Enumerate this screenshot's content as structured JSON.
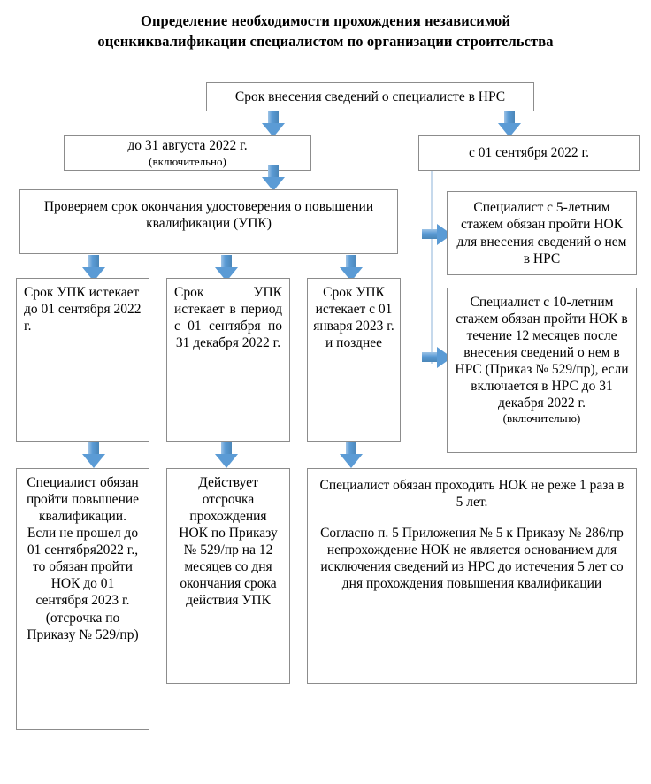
{
  "title": "Определение необходимости прохождения независимой оценкиквалификации специалистом по организации строительства",
  "colors": {
    "arrow_blue": "#5b9bd5",
    "arrow_blue_dark": "#4a86b8",
    "box_border": "#8c8c8c",
    "connector": "#c6d9ec",
    "background": "#ffffff",
    "text": "#000000"
  },
  "nodes": {
    "root": {
      "label": "Срок внесения сведений о специалисте в НРС"
    },
    "branch_left": {
      "line1": "до 31 августа 2022 г.",
      "line2": "(включительно)"
    },
    "branch_right": {
      "label": "с 01 сентября 2022 г."
    },
    "check_upk": {
      "label": "Проверяем срок окончания удостоверения о повышении квалификации (УПК)"
    },
    "upk_1": {
      "label": "Срок УПК истекает до 01 сентября 2022 г."
    },
    "upk_2": {
      "label": "Срок  УПК истекает   в период с 01 сентября по 31 декабря 2022 г."
    },
    "upk_3": {
      "label": "Срок УПК истекает с 01 января 2023 г. и позднее"
    },
    "spec_5y": {
      "label": "Специалист с 5-летним стажем обязан пройти НОК для внесения сведений о нем в НРС"
    },
    "spec_10y": {
      "line1": "Специалист с 10-летним стажем обязан пройти НОК в течение 12 месяцев после внесения сведений о нем в НРС (Приказ № 529/пр), если включается в НРС до 31 декабря 2022 г.",
      "line2": "(включительно)"
    },
    "result_1": {
      "label": "Специалист обязан пройти повышение квалификации. Если не прошел до 01 сентября2022 г., то обязан пройти НОК до 01 сентября 2023 г. (отсрочка по Приказу № 529/пр)"
    },
    "result_2": {
      "label": "Действует отсрочка прохождения НОК по Приказу № 529/пр на 12 месяцев со дня окончания срока действия УПК"
    },
    "result_3": {
      "para1": "Специалист обязан проходить НОК не реже 1 раза в 5 лет.",
      "para2": "Согласно п. 5 Приложения № 5 к Приказу № 286/пр непрохождение НОК не является основанием для исключения сведений из НРС до истечения 5 лет со дня прохождения повышения квалификации"
    }
  },
  "arrows": [
    {
      "name": "arrow-root-to-branch-left",
      "direction": "down"
    },
    {
      "name": "arrow-root-to-branch-right",
      "direction": "down"
    },
    {
      "name": "arrow-branch-left-to-check",
      "direction": "down"
    },
    {
      "name": "arrow-check-to-upk-1",
      "direction": "down"
    },
    {
      "name": "arrow-check-to-upk-2",
      "direction": "down"
    },
    {
      "name": "arrow-check-to-upk-3",
      "direction": "down"
    },
    {
      "name": "arrow-branch-right-to-spec-5y",
      "direction": "right"
    },
    {
      "name": "arrow-branch-right-to-spec-10y",
      "direction": "right"
    },
    {
      "name": "arrow-upk-1-to-result-1",
      "direction": "down"
    },
    {
      "name": "arrow-upk-2-to-result-2",
      "direction": "down"
    },
    {
      "name": "arrow-upk-3-to-result-3",
      "direction": "down"
    }
  ]
}
